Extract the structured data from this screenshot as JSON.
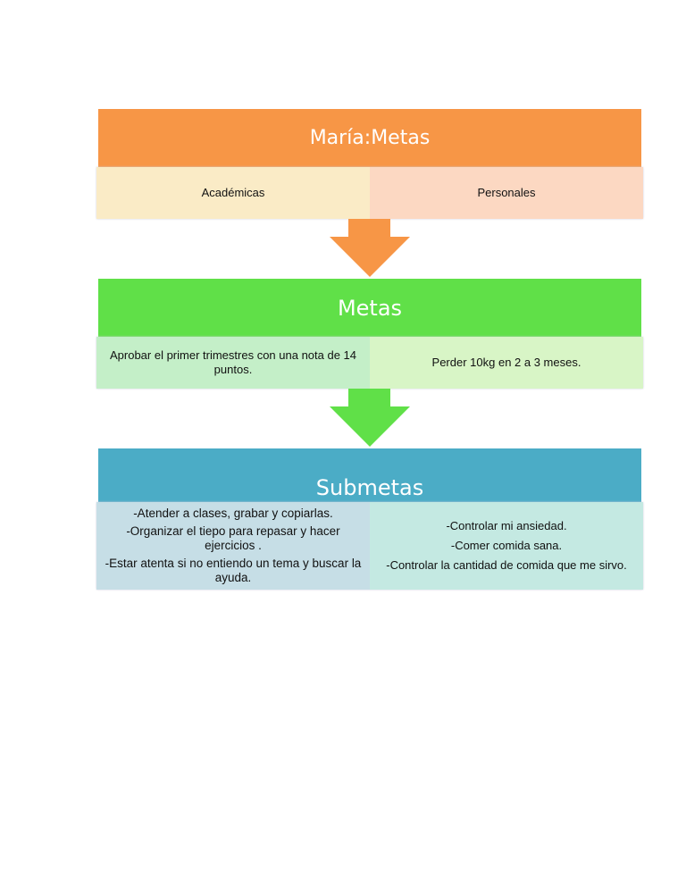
{
  "colors": {
    "orange": "#F79646",
    "green": "#60E048",
    "blue": "#4BACC6"
  },
  "sections": [
    {
      "title": "María:Metas",
      "left": [
        "Académicas"
      ],
      "right": [
        "Personales"
      ]
    },
    {
      "title": "Metas",
      "left": [
        "Aprobar el primer trimestres con una nota de 14 puntos."
      ],
      "right": [
        "Perder 10kg en 2 a 3 meses."
      ]
    },
    {
      "title": "Submetas",
      "left": [
        "-Atender a clases, grabar y copiarlas.",
        "-Organizar el tiepo para repasar y hacer ejercicios .",
        "-Estar atenta si no entiendo un tema y buscar la ayuda."
      ],
      "right": [
        "-Controlar mi ansiedad.",
        "-Comer comida sana.",
        "-Controlar la cantidad de comida que me sirvo."
      ]
    }
  ]
}
